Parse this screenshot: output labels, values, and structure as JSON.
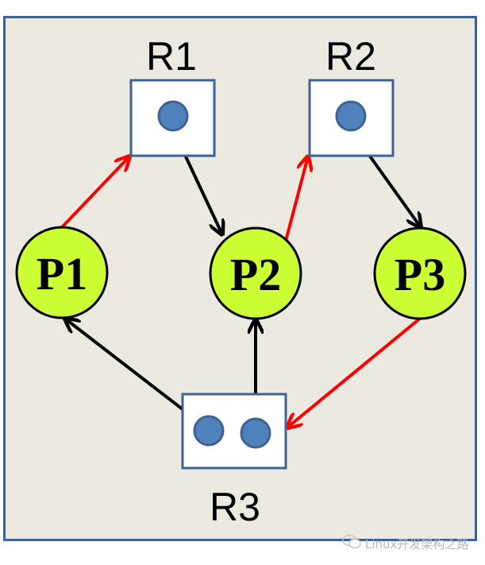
{
  "diagram": {
    "type": "resource-allocation-graph",
    "colors": {
      "background": "#ece9e0",
      "frame_border": "#3d6293",
      "resource_fill": "#ffffff",
      "resource_border": "#3d6293",
      "instance_fill": "#4f81bd",
      "process_fill": "#ccff33",
      "request_edge": "#ff0000",
      "assignment_edge": "#000000"
    },
    "resources": [
      {
        "id": "R1",
        "label": "R1",
        "instances": 1
      },
      {
        "id": "R2",
        "label": "R2",
        "instances": 1
      },
      {
        "id": "R3",
        "label": "R3",
        "instances": 2
      }
    ],
    "processes": [
      {
        "id": "P1",
        "label": "P1"
      },
      {
        "id": "P2",
        "label": "P2"
      },
      {
        "id": "P3",
        "label": "P3"
      }
    ],
    "edges": [
      {
        "from": "P1",
        "to": "R1",
        "kind": "request"
      },
      {
        "from": "R1",
        "to": "P2",
        "kind": "assignment"
      },
      {
        "from": "P2",
        "to": "R2",
        "kind": "request"
      },
      {
        "from": "R2",
        "to": "P3",
        "kind": "assignment"
      },
      {
        "from": "P3",
        "to": "R3",
        "kind": "request"
      },
      {
        "from": "R3",
        "to": "P1",
        "kind": "assignment"
      },
      {
        "from": "R3",
        "to": "P2",
        "kind": "assignment"
      }
    ]
  },
  "watermark": {
    "icon": "wechat-icon",
    "text": "Linux开发架构之路"
  }
}
